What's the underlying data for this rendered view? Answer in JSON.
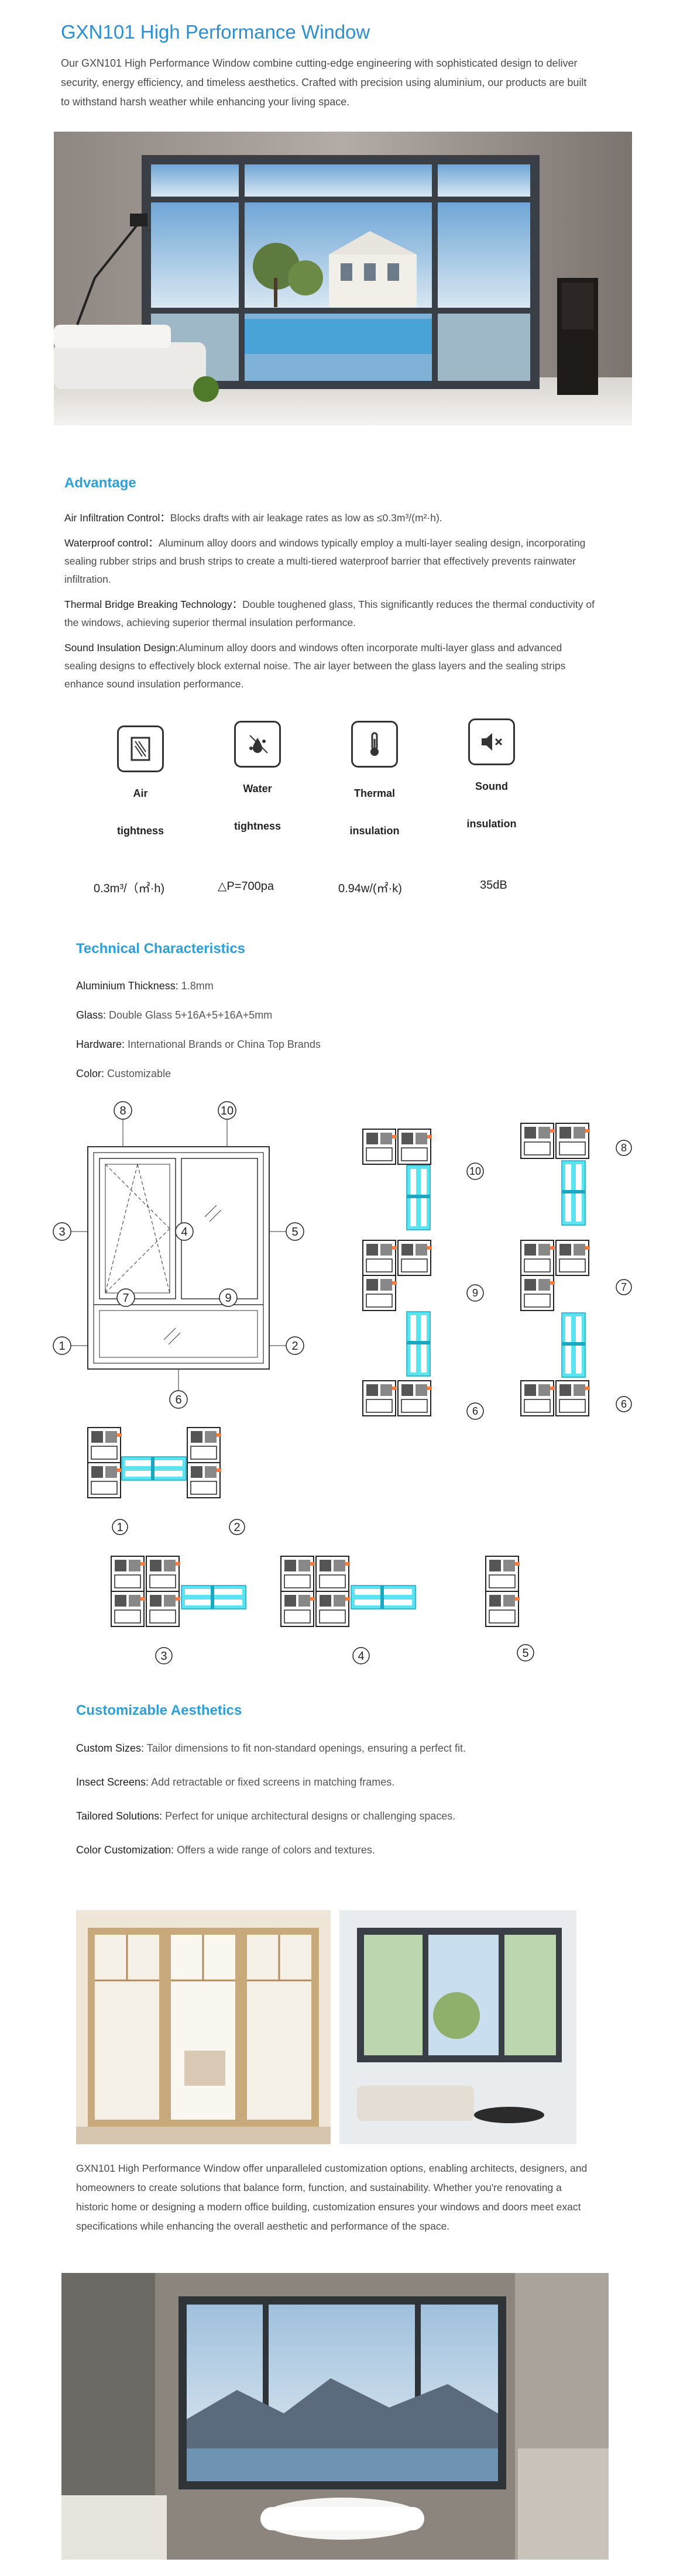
{
  "page": {
    "title": "GXN101 High Performance Window",
    "intro": "Our GXN101 High Performance Window combine cutting-edge engineering with sophisticated design to deliver security, energy efficiency, and timeless aesthetics. Crafted with precision using aluminium, our products are built to withstand harsh weather while enhancing your living space."
  },
  "advantage": {
    "heading": "Advantage",
    "items": [
      {
        "label": "Air Infiltration Control：",
        "text": "Blocks drafts with air leakage rates as low as ≤0.3m³/(m²·h)."
      },
      {
        "label": "Waterproof control：",
        "text": "Aluminum alloy doors and windows typically employ a multi-layer sealing design, incorporating sealing rubber strips and brush strips to create a multi-tiered waterproof barrier that effectively prevents rainwater infiltration."
      },
      {
        "label": "Thermal Bridge Breaking Technology：",
        "text": "Double toughened glass, This significantly reduces the thermal conductivity of the windows, achieving superior thermal insulation performance."
      },
      {
        "label": "Sound Insulation Design:",
        "text": "Aluminum alloy doors and windows often incorporate multi-layer glass and advanced sealing designs to effectively block external noise. The air layer between the glass layers and the sealing strips enhance sound insulation performance."
      }
    ]
  },
  "features": [
    {
      "line1": "Air",
      "line2": "tightness",
      "value": "0.3m³/（㎡·h)",
      "icon": "air-tightness-icon"
    },
    {
      "line1": "Water",
      "line2": "tightness",
      "value": "△P=700pa",
      "icon": "water-drop-icon"
    },
    {
      "line1": "Thermal",
      "line2": "insulation",
      "value": "0.94w/(㎡·k)",
      "icon": "thermometer-icon"
    },
    {
      "line1": "Sound",
      "line2": "insulation",
      "value": "35dB",
      "icon": "speaker-mute-icon"
    }
  ],
  "technical": {
    "heading": "Technical Characteristics",
    "specs": [
      {
        "label": "Aluminium Thickness:",
        "value": "1.8mm"
      },
      {
        "label": "Glass:",
        "value": "Double Glass 5+16A+5+16A+5mm"
      },
      {
        "label": "Hardware:",
        "value": "International Brands or China Top Brands"
      },
      {
        "label": "Color:",
        "value": "Customizable"
      }
    ]
  },
  "diagram": {
    "elevation_labels": [
      "8",
      "10",
      "3",
      "4",
      "5",
      "7",
      "9",
      "1",
      "2",
      "6"
    ],
    "section_labels_left": [
      "1",
      "2"
    ],
    "section_labels_mid": [
      "10",
      "9",
      "6"
    ],
    "section_labels_right": [
      "8",
      "7",
      "6"
    ],
    "section_labels_bottom": [
      "3",
      "4",
      "5"
    ]
  },
  "customizable": {
    "heading": "Customizable Aesthetics",
    "items": [
      {
        "label": "Custom Sizes:",
        "text": "Tailor dimensions to fit non-standard openings, ensuring a perfect fit."
      },
      {
        "label": "Insect Screens:",
        "text": "Add retractable or fixed screens in matching frames."
      },
      {
        "label": "Tailored Solutions:",
        "text": "Perfect for unique architectural designs or challenging spaces."
      },
      {
        "label": "Color Customization:",
        "text": "Offers a wide range of colors and textures."
      }
    ],
    "closing": "GXN101 High Performance Window offer unparalleled customization options, enabling architects, designers, and homeowners to create solutions that balance form, function, and sustainability. Whether you're renovating a historic home or designing a modern office building, customization ensures your windows and doors meet exact specifications while enhancing the overall aesthetic and performance of the space."
  },
  "colors": {
    "accent": "#2c8fd2",
    "glass": "#37d6ea",
    "frame": "#3a3f45"
  }
}
